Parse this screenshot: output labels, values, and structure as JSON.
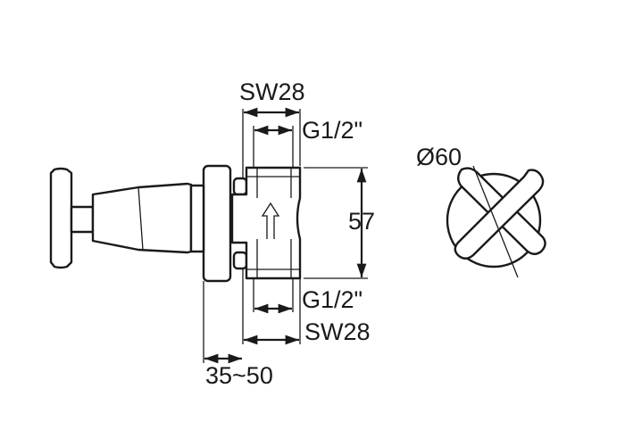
{
  "drawing": {
    "labels": {
      "sw_top": "SW28",
      "g_top": "G1/2\"",
      "height": "57",
      "g_bottom": "G1/2\"",
      "sw_bottom": "SW28",
      "depth": "35~50",
      "diameter": "Ø60"
    },
    "colors": {
      "line": "#1a1a1a",
      "background": "#ffffff"
    }
  }
}
